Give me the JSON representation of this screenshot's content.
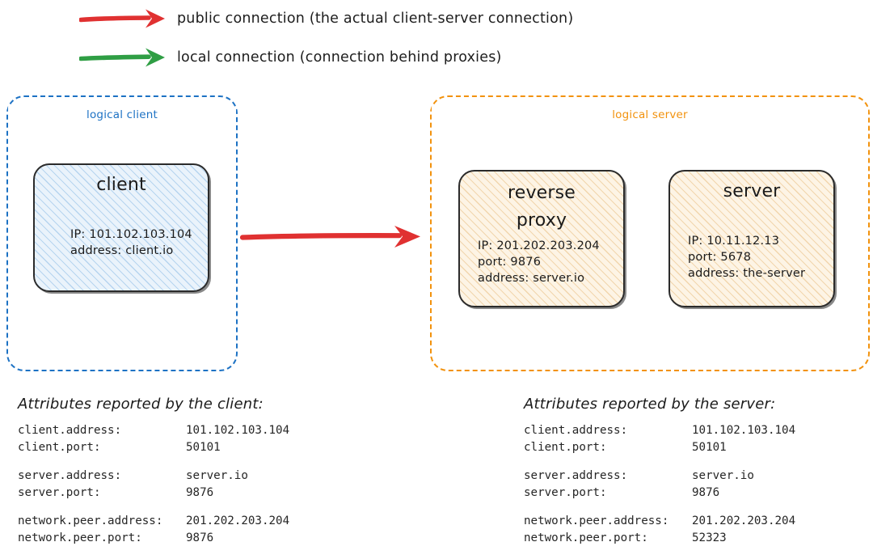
{
  "legend": {
    "items": [
      {
        "icon": "red-arrow-icon",
        "color": "#e03131",
        "label": "public connection (the actual client-server connection)"
      },
      {
        "icon": "green-arrow-icon",
        "color": "#2f9e44",
        "label": "local connection (connection behind proxies)"
      }
    ]
  },
  "zones": {
    "client": {
      "title": "logical client",
      "color": "#1d72c4"
    },
    "server": {
      "title": "logical server",
      "color": "#f2920d"
    }
  },
  "nodes": {
    "client": {
      "title": "client",
      "lines": [
        "IP: 101.102.103.104",
        "address: client.io"
      ]
    },
    "proxy": {
      "title": "reverse\nproxy",
      "lines": [
        "IP: 201.202.203.204",
        "port: 9876",
        "address: server.io"
      ]
    },
    "server": {
      "title": "server",
      "lines": [
        "IP: 10.11.12.13",
        "port: 5678",
        "address: the-server"
      ]
    }
  },
  "main_arrow": {
    "icon": "red-arrow-icon",
    "color": "#e03131"
  },
  "attributes": {
    "client": {
      "title": "Attributes reported by the client:",
      "groups": [
        [
          {
            "key": "client.address:",
            "value": "101.102.103.104"
          },
          {
            "key": "client.port:",
            "value": "50101"
          }
        ],
        [
          {
            "key": "server.address:",
            "value": "server.io"
          },
          {
            "key": "server.port:",
            "value": "9876"
          }
        ],
        [
          {
            "key": "network.peer.address:",
            "value": "201.202.203.204"
          },
          {
            "key": "network.peer.port:",
            "value": "9876"
          }
        ]
      ]
    },
    "server": {
      "title": "Attributes reported by the server:",
      "groups": [
        [
          {
            "key": "client.address:",
            "value": "101.102.103.104"
          },
          {
            "key": "client.port:",
            "value": "50101"
          }
        ],
        [
          {
            "key": "server.address:",
            "value": "server.io"
          },
          {
            "key": "server.port:",
            "value": "9876"
          }
        ],
        [
          {
            "key": "network.peer.address:",
            "value": "201.202.203.204"
          },
          {
            "key": "network.peer.port:",
            "value": "52323"
          }
        ]
      ]
    }
  }
}
